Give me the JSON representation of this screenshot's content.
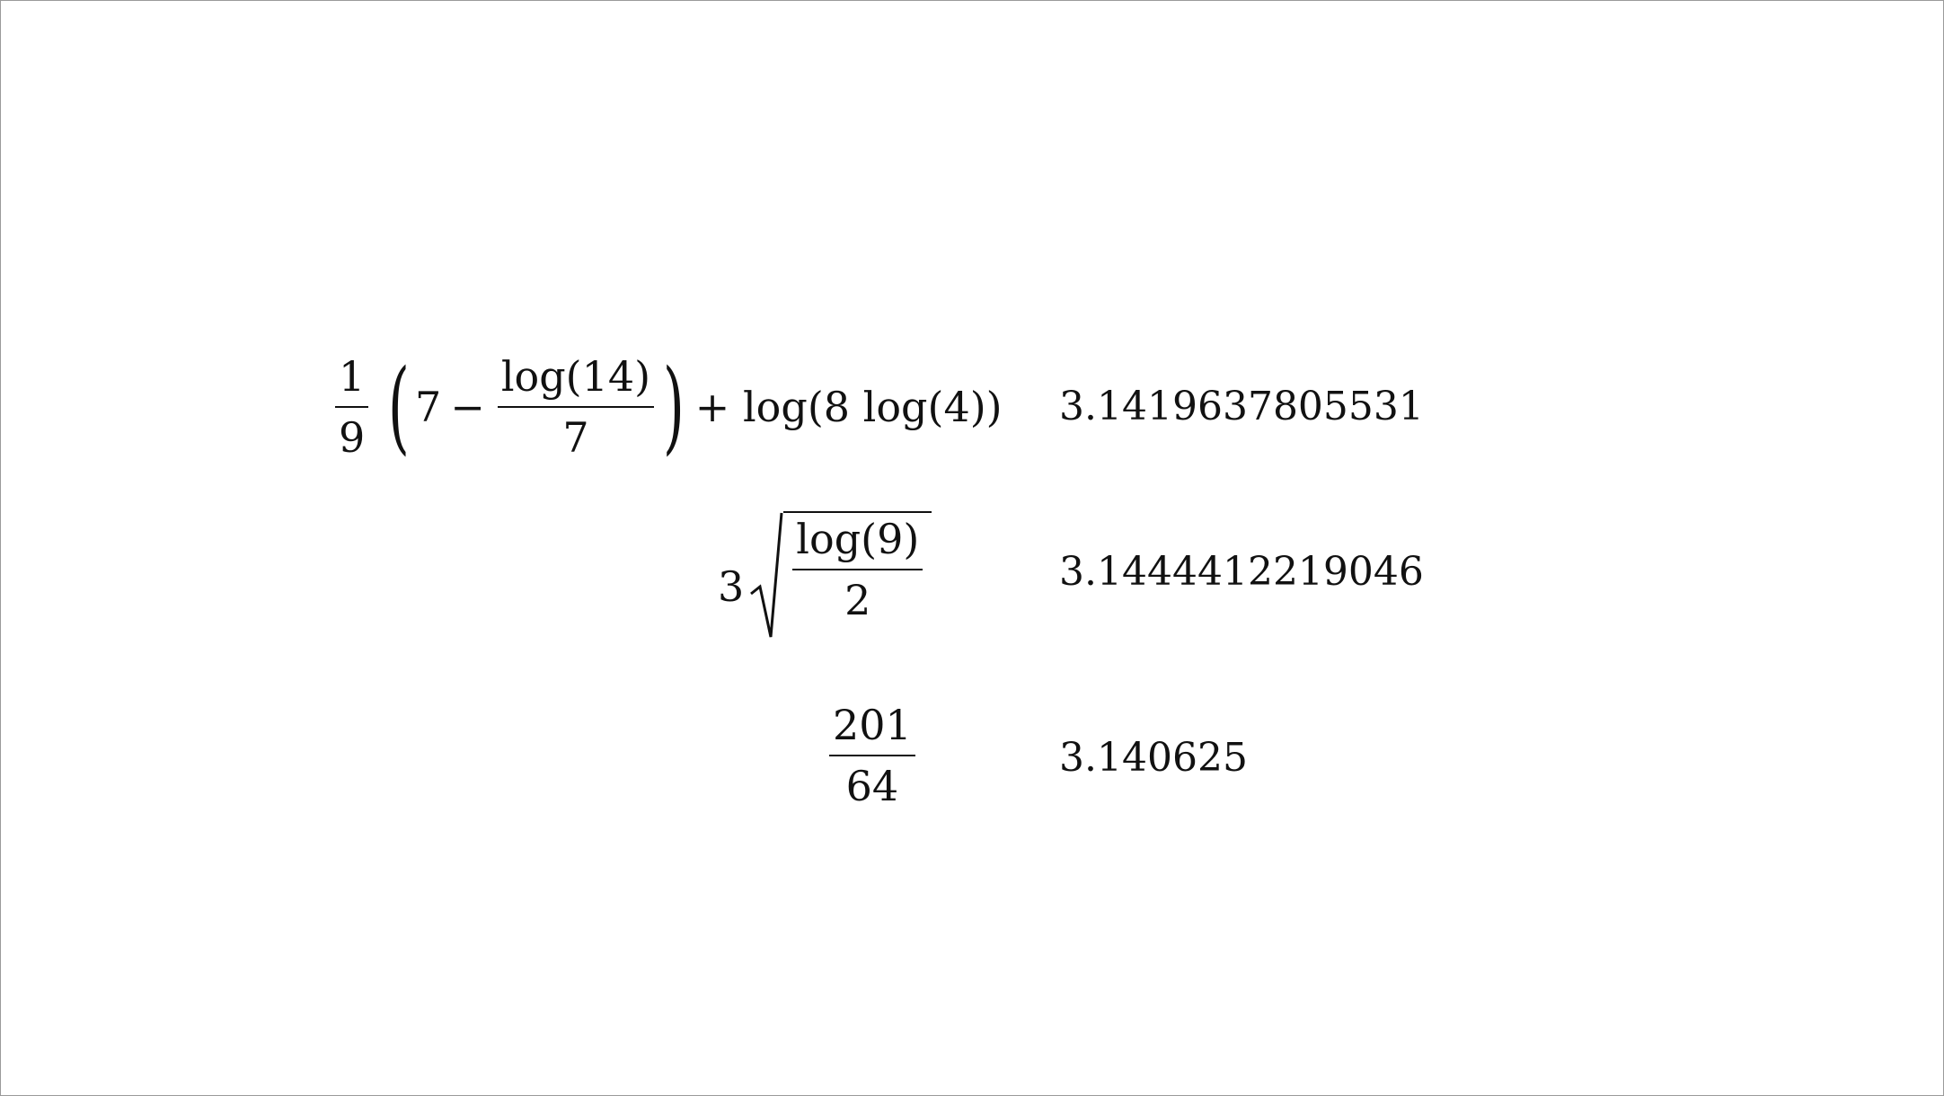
{
  "expressions": [
    {
      "frac_num": "1",
      "frac_den": "9",
      "open_paren": "(",
      "seven": "7",
      "minus": "−",
      "inner_num": "log(14)",
      "inner_den": "7",
      "close_paren": ")",
      "tail": "+ log(8 log(4))",
      "value": "3.1419637805531"
    },
    {
      "coef": "3",
      "radicand_num": "log(9)",
      "radicand_den": "2",
      "value": "3.1444412219046"
    },
    {
      "frac_num": "201",
      "frac_den": "64",
      "value": "3.140625"
    }
  ]
}
